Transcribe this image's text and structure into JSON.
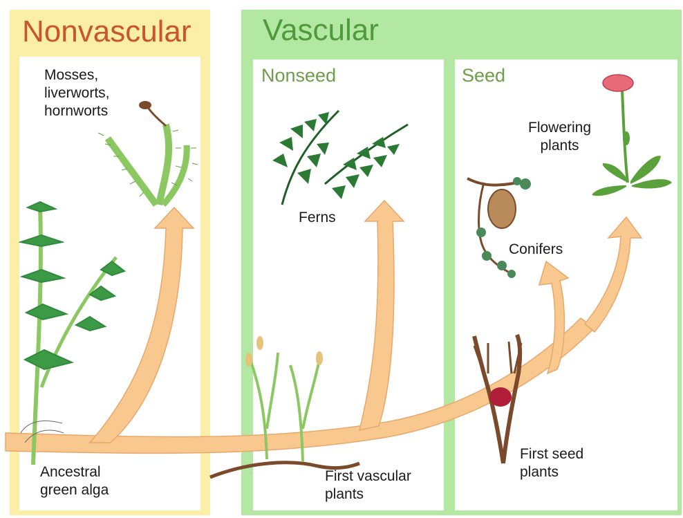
{
  "groups": {
    "nonvascular": {
      "title": "Nonvascular",
      "color": "#c8552c"
    },
    "vascular": {
      "title": "Vascular",
      "color": "#4f9a3a",
      "nonseed": "Nonseed",
      "seed": "Seed"
    }
  },
  "labels": {
    "mosses": "Mosses,\nliverworts,\nhornworts",
    "ferns": "Ferns",
    "conifers": "Conifers",
    "flowering": "Flowering\nplants",
    "ancestral": "Ancestral\ngreen alga",
    "first_vascular": "First vascular\nplants",
    "first_seed": "First seed\nplants"
  },
  "colors": {
    "arrow": "#f9c88e",
    "arrow_outline": "#e8a76a",
    "plant_green": "#2f8a3b",
    "moss_green": "#8cc862",
    "stem_brown": "#7a4a2a",
    "flower_pink": "#e86a78"
  }
}
